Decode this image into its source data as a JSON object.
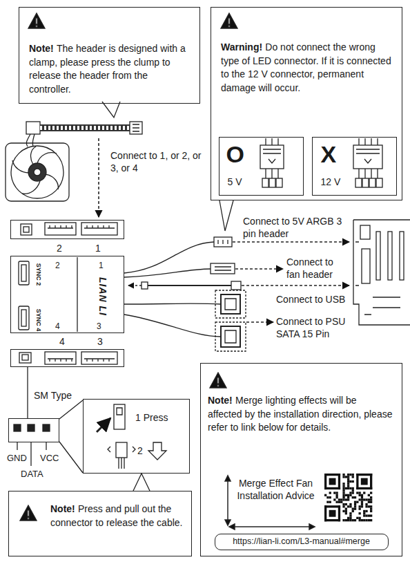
{
  "diagram": {
    "nodes": [
      {
        "text": [
          "Note!",
          "The header is designed with a clamp, please press the clump to release the header from the controller."
        ]
      },
      {
        "text": [
          "Warning!",
          "Do not connect the wrong type of LED connector. If it is connected to the 12 V connector, permanent damage will occur."
        ]
      },
      {
        "text": [
          "O",
          "5 V"
        ],
        "in": 1
      },
      {
        "text": [
          "X",
          "12 V"
        ],
        "in": 1
      },
      {
        "text": [
          "2",
          "1"
        ]
      },
      {
        "text": [
          "SYNC 2",
          "2",
          "1",
          "LIAN LI",
          "SYNC 4",
          "4",
          "3"
        ]
      },
      {
        "text": [
          "4",
          "3"
        ]
      },
      {
        "text": [
          "SM Type"
        ]
      },
      {
        "text": [
          "1 Press",
          "2"
        ]
      },
      {
        "text": [
          "Note!",
          "Press and pull out the connector to release the cable."
        ]
      },
      {
        "text": [
          "Note!",
          "Merge lighting effects will be affected by the installation direction, please refer to link below for details."
        ]
      },
      {
        "text": [
          "Merge Effect Fan Installation Advice"
        ],
        "in": 10
      },
      {
        "text": [
          "https://lian-li.com/L3-manual#merge"
        ],
        "in": 10
      }
    ],
    "edges": [
      {
        "from": 6,
        "to": 7,
        "arrow": "none"
      },
      {
        "from": 9,
        "to": 8,
        "arrow": "none"
      }
    ],
    "labels": [
      "Connect to 1, or 2, or 3, or 4",
      "Connect to 5V ARGB 3 pin header",
      "Connect to fan header",
      "Connect to USB",
      "Connect to PSU SATA 15 Pin",
      "GND",
      "DATA",
      "VCC"
    ]
  }
}
